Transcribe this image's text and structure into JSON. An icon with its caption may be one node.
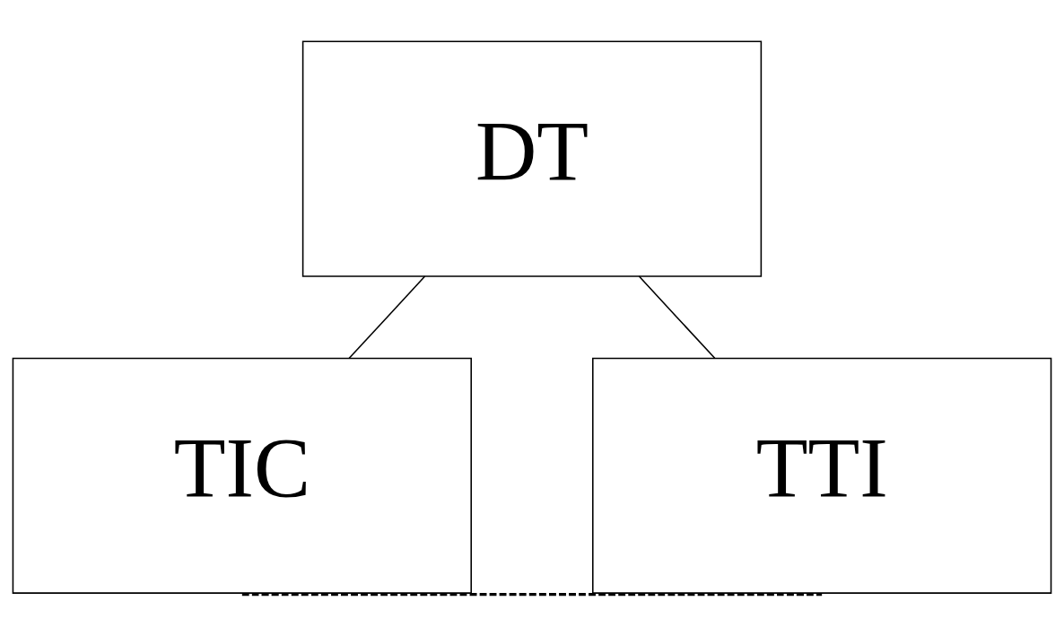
{
  "diagram": {
    "nodes": [
      {
        "text": [
          "DT"
        ]
      },
      {
        "text": [
          "TIC"
        ]
      },
      {
        "text": [
          "TTI"
        ]
      }
    ],
    "edges": [
      {
        "from": 0,
        "to": 1,
        "arrow": "none"
      },
      {
        "from": 0,
        "to": 2,
        "arrow": "none"
      },
      {
        "from": 1,
        "to": 2,
        "arrow": "none",
        "style": "dashed"
      }
    ]
  }
}
